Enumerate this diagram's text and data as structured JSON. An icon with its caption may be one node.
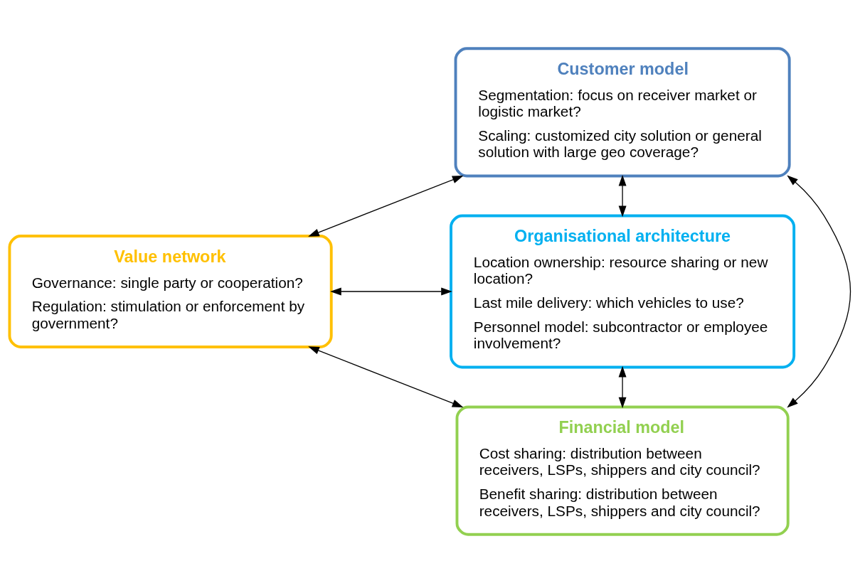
{
  "diagram": {
    "nodes": [
      {
        "text": [
          "Customer model",
          "Segmentation: focus on receiver market or logistic market?",
          "Scaling: customized city solution or general solution with large geo coverage?"
        ]
      },
      {
        "text": [
          "Value network",
          "Governance: single party or cooperation?",
          "Regulation: stimulation or enforcement by government?"
        ]
      },
      {
        "text": [
          "Organisational architecture",
          "Location ownership: resource sharing or new location?",
          "Last mile delivery: which vehicles to use?",
          "Personnel model: subcontractor or employee involvement?"
        ]
      },
      {
        "text": [
          "Financial model",
          "Cost sharing: distribution between receivers, LSPs, shippers and city council?",
          "Benefit sharing: distribution between receivers, LSPs, shippers and city council?"
        ]
      }
    ],
    "edges": [
      {
        "from": 0,
        "to": 1,
        "arrow": "both"
      },
      {
        "from": 0,
        "to": 2,
        "arrow": "both"
      },
      {
        "from": 1,
        "to": 2,
        "arrow": "both"
      },
      {
        "from": 0,
        "to": 3,
        "arrow": "both"
      },
      {
        "from": 1,
        "to": 3,
        "arrow": "both"
      },
      {
        "from": 2,
        "to": 3,
        "arrow": "both"
      }
    ]
  }
}
